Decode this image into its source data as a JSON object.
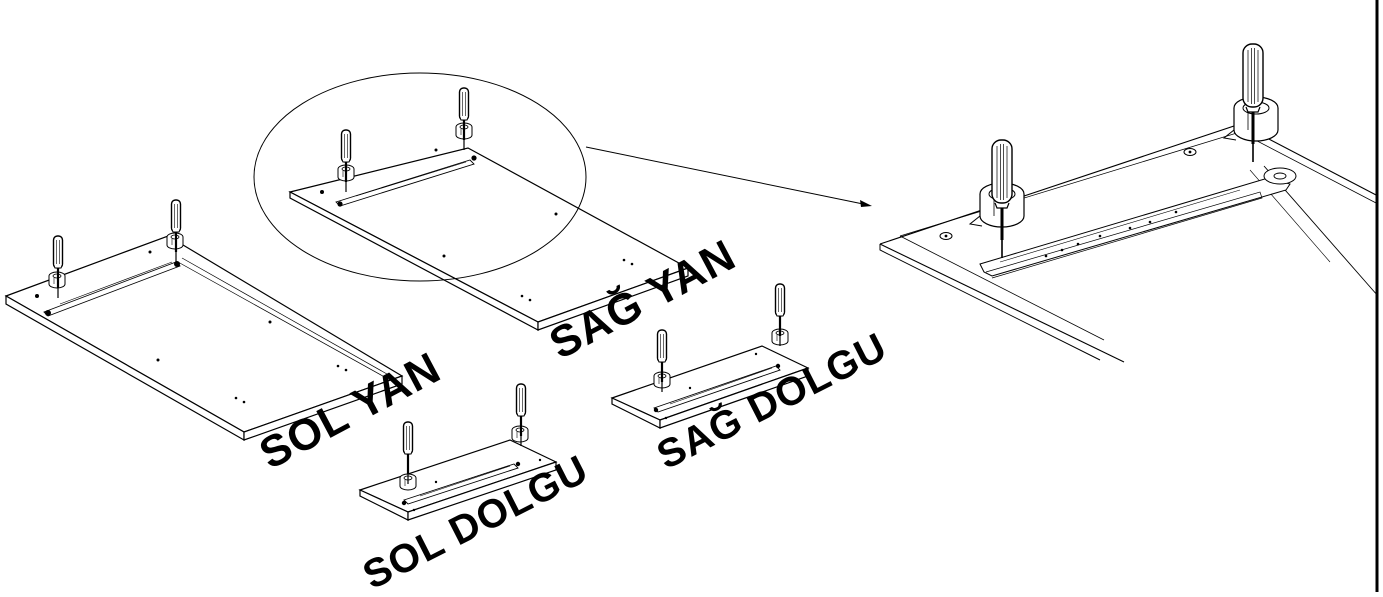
{
  "labels": {
    "sol_yan": "SOL YAN",
    "sag_yan": "SAĞ YAN",
    "sol_dolgu": "SOL DOLGU",
    "sag_dolgu": "SAĞ DOLGU"
  },
  "colors": {
    "line": "#000000",
    "background": "#ffffff"
  }
}
